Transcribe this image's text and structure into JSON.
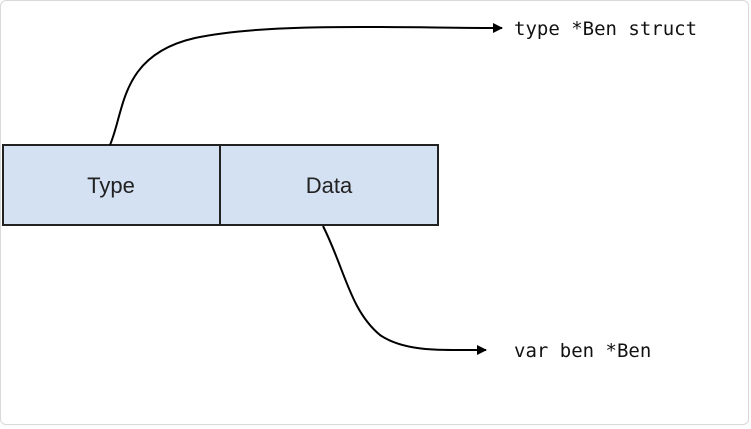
{
  "interface_box": {
    "type_label": "Type",
    "data_label": "Data",
    "fill_color": "#d4e1f2",
    "stroke_color": "#222222"
  },
  "targets": {
    "type_target": "type *Ben struct",
    "data_target": "var ben *Ben"
  }
}
